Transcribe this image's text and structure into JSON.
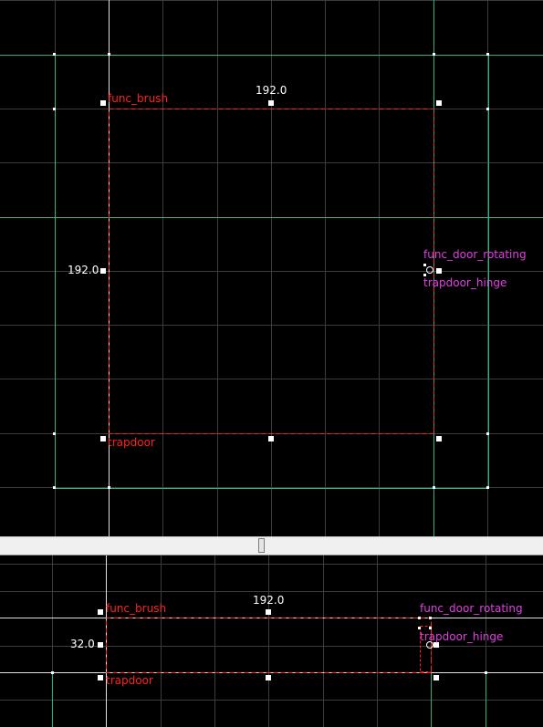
{
  "colors": {
    "background": "#000000",
    "grid": "#3c3c3c",
    "major_grid": "#20b090",
    "axis": "#e0e0e0",
    "selection": "#ff2020",
    "entity_label": "#e040e0"
  },
  "top_view": {
    "brush_name": "func_brush",
    "brush_target": "trapdoor",
    "width_label": "192.0",
    "height_label": "192.0",
    "entity_class": "func_door_rotating",
    "entity_target": "trapdoor_hinge"
  },
  "bottom_view": {
    "brush_name": "func_brush",
    "brush_target": "trapdoor",
    "width_label": "192.0",
    "height_label": "32.0",
    "entity_class": "func_door_rotating",
    "entity_target": "trapdoor_hinge"
  }
}
